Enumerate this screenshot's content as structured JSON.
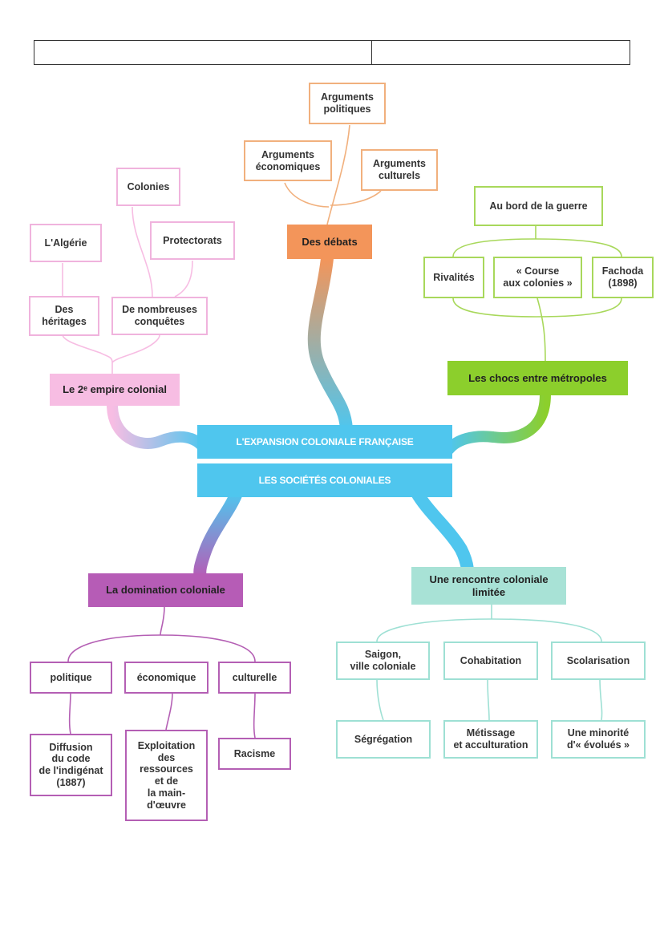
{
  "header": {
    "left_cell": "",
    "right_cell": ""
  },
  "center": {
    "top": "L'EXPANSION COLONIALE FRANÇAISE",
    "bottom": "LES SOCIÉTÉS COLONIALES",
    "color": "#4fc6ee"
  },
  "colors": {
    "empire": "#f7bde3",
    "debats": "#f3955a",
    "chocs": "#8ccf2c",
    "domination": "#b65cb6",
    "rencontre": "#a8e2d6"
  },
  "branches": {
    "empire": {
      "title": "Le 2ᵉ empire colonial",
      "heritages": "Des\nhéritages",
      "conquetes": "De nombreuses\nconquêtes",
      "algerie": "L'Algérie",
      "colonies": "Colonies",
      "protectorats": "Protectorats"
    },
    "debats": {
      "title": "Des débats",
      "politiques": "Arguments\npolitiques",
      "economiques": "Arguments\néconomiques",
      "culturels": "Arguments\nculturels"
    },
    "chocs": {
      "title": "Les chocs entre métropoles",
      "guerre": "Au bord de la guerre",
      "rivalites": "Rivalités",
      "course": "« Course\naux colonies »",
      "fachoda": "Fachoda\n(1898)"
    },
    "domination": {
      "title": "La domination coloniale",
      "politique": "politique",
      "economique": "économique",
      "culturelle": "culturelle",
      "diffusion": "Diffusion\ndu code\nde l'indigénat\n(1887)",
      "exploitation": "Exploitation\ndes\nressources\net de\nla main-\nd'œuvre",
      "racisme": "Racisme"
    },
    "rencontre": {
      "title": "Une rencontre coloniale\nlimitée",
      "saigon": "Saigon,\nville coloniale",
      "cohabitation": "Cohabitation",
      "scolarisation": "Scolarisation",
      "segregation": "Ségrégation",
      "metissage": "Métissage\net acculturation",
      "minorite": "Une minorité\nd'« évolués »"
    }
  }
}
